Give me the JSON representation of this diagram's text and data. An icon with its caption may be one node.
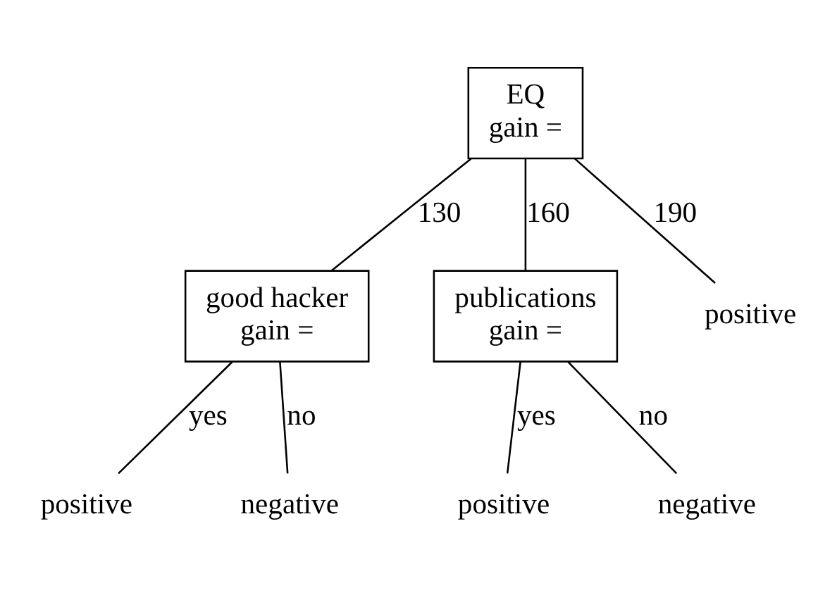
{
  "diagram": {
    "nodes": [
      {
        "text": [
          "EQ",
          "gain ="
        ]
      },
      {
        "text": [
          "good hacker",
          "gain ="
        ]
      },
      {
        "text": [
          "publications",
          "gain ="
        ]
      },
      {
        "text": [
          "positive"
        ]
      },
      {
        "text": [
          "positive"
        ]
      },
      {
        "text": [
          "negative"
        ]
      },
      {
        "text": [
          "positive"
        ]
      },
      {
        "text": [
          "negative"
        ]
      }
    ],
    "edges": [
      {
        "from": 0,
        "to": 1,
        "arrow": "none",
        "label": "130"
      },
      {
        "from": 0,
        "to": 2,
        "arrow": "none",
        "label": "160"
      },
      {
        "from": 0,
        "to": 3,
        "arrow": "none",
        "label": "190"
      },
      {
        "from": 1,
        "to": 4,
        "arrow": "none",
        "label": "yes"
      },
      {
        "from": 1,
        "to": 5,
        "arrow": "none",
        "label": "no"
      },
      {
        "from": 2,
        "to": 6,
        "arrow": "none",
        "label": "yes"
      },
      {
        "from": 2,
        "to": 7,
        "arrow": "none",
        "label": "no"
      }
    ]
  }
}
